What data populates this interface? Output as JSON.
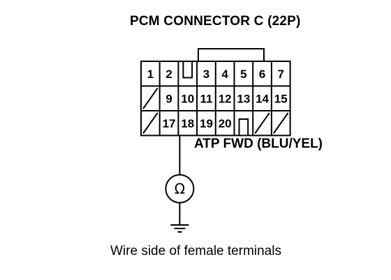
{
  "title": "PCM CONNECTOR C (22P)",
  "wire_label": "ATP FWD (BLU/YEL)",
  "caption": "Wire side of female terminals",
  "meter_symbol": "Ω",
  "connector": {
    "rows": [
      [
        {
          "pin": "1",
          "type": "pin"
        },
        {
          "pin": "2",
          "type": "pin"
        },
        {
          "pin": "",
          "type": "key"
        },
        {
          "pin": "3",
          "type": "pin"
        },
        {
          "pin": "4",
          "type": "pin"
        },
        {
          "pin": "5",
          "type": "pin"
        },
        {
          "pin": "6",
          "type": "pin"
        },
        {
          "pin": "7",
          "type": "pin"
        }
      ],
      [
        {
          "pin": "",
          "type": "empty"
        },
        {
          "pin": "9",
          "type": "pin"
        },
        {
          "pin": "10",
          "type": "pin"
        },
        {
          "pin": "11",
          "type": "pin"
        },
        {
          "pin": "12",
          "type": "pin"
        },
        {
          "pin": "13",
          "type": "pin"
        },
        {
          "pin": "14",
          "type": "pin"
        },
        {
          "pin": "15",
          "type": "pin"
        }
      ],
      [
        {
          "pin": "",
          "type": "empty"
        },
        {
          "pin": "17",
          "type": "pin"
        },
        {
          "pin": "18",
          "type": "pin"
        },
        {
          "pin": "19",
          "type": "pin"
        },
        {
          "pin": "20",
          "type": "pin"
        },
        {
          "pin": "",
          "type": "key"
        },
        {
          "pin": "",
          "type": "empty"
        },
        {
          "pin": "",
          "type": "empty"
        }
      ]
    ],
    "probed_pin": "18"
  }
}
